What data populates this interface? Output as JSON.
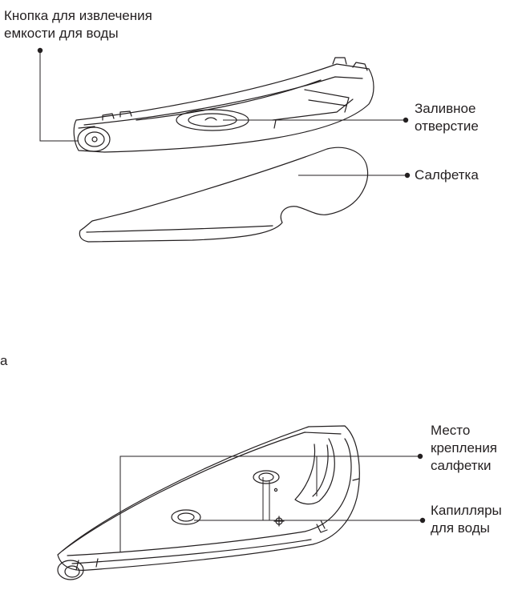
{
  "colors": {
    "line": "#231f20",
    "text": "#231f20",
    "background": "#ffffff"
  },
  "labels": {
    "release_button": [
      "Кнопка для извлечения",
      "емкости для воды"
    ],
    "fill_hole": [
      "Заливное",
      "отверстие"
    ],
    "mop_cloth": "Салфетка",
    "partial_fragment": "а",
    "mount_point": [
      "Место",
      "крепления",
      "салфетки"
    ],
    "capillaries": [
      "Капилляры",
      "для воды"
    ]
  }
}
